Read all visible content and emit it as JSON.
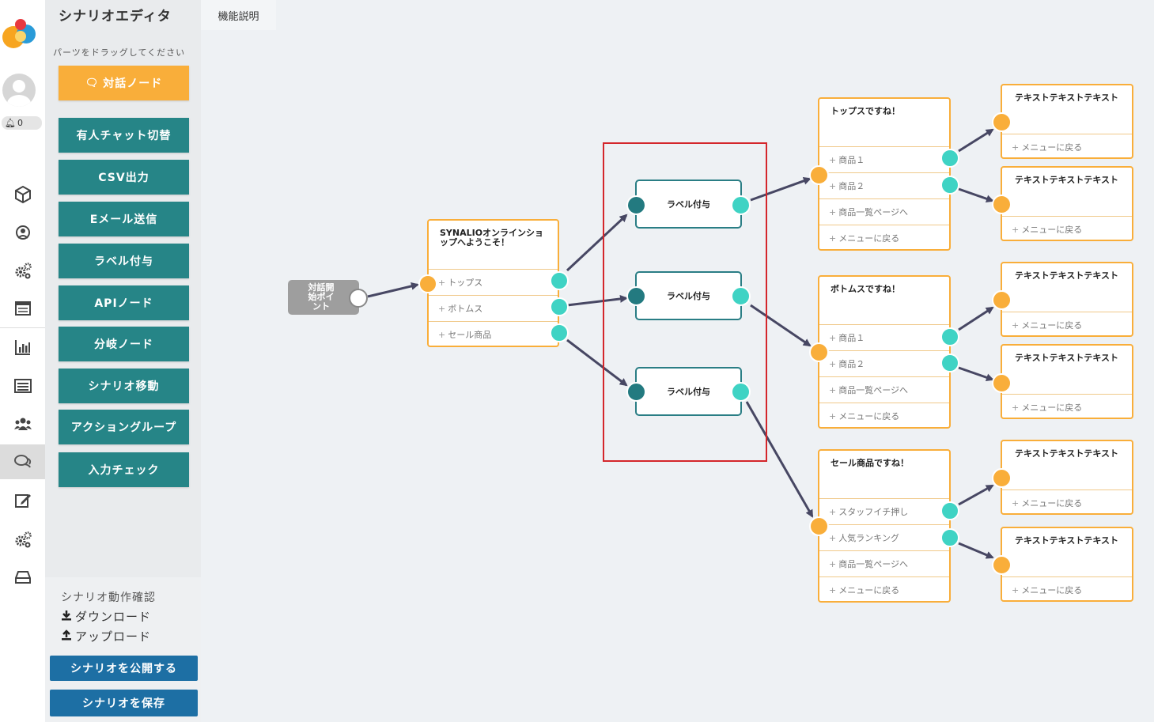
{
  "colors": {
    "teal": "#268587",
    "orange": "#f9ae3a",
    "blue": "#1d6fa4",
    "highlight": "#d4262b"
  },
  "rail": {
    "notification_count": "0",
    "icons": [
      "logo-icon",
      "avatar-icon",
      "bell-icon",
      "cube-icon",
      "headset-icon",
      "gears-icon",
      "browser-window-icon",
      "bar-chart-icon",
      "list-icon",
      "users-icon",
      "chat-icon",
      "edit-icon",
      "gears-icon",
      "drive-icon"
    ]
  },
  "panel": {
    "title": "シナリオエディタ",
    "hint": "パーツをドラッグしてください",
    "primary_button": "対話ノード",
    "buttons": [
      "有人チャット切替",
      "CSV出力",
      "Eメール送信",
      "ラベル付与",
      "APIノード",
      "分岐ノード",
      "シナリオ移動",
      "アクショングループ",
      "入力チェック"
    ],
    "footer": {
      "check": "シナリオ動作確認",
      "download": "ダウンロード",
      "upload": "アップロード",
      "publish": "シナリオを公開する",
      "save": "シナリオを保存"
    }
  },
  "canvas": {
    "tab": "機能説明",
    "start_node": "対話開始ポイント",
    "root_node": {
      "title": "SYNALIOオンラインショップへようこそ！",
      "rows": [
        "トップス",
        "ボトムス",
        "セール商品"
      ]
    },
    "label_nodes": [
      "ラベル付与",
      "ラベル付与",
      "ラベル付与"
    ],
    "branch_nodes": [
      {
        "title": "トップスですね！",
        "rows": [
          "商品１",
          "商品２",
          "商品一覧ページへ",
          "メニューに戻る"
        ]
      },
      {
        "title": "ボトムスですね！",
        "rows": [
          "商品１",
          "商品２",
          "商品一覧ページへ",
          "メニューに戻る"
        ]
      },
      {
        "title": "セール商品ですね！",
        "rows": [
          "スタッフイチ押し",
          "人気ランキング",
          "商品一覧ページへ",
          "メニューに戻る"
        ]
      }
    ],
    "leaf_nodes": [
      {
        "title": "テキストテキストテキスト",
        "row": "メニューに戻る"
      },
      {
        "title": "テキストテキストテキスト",
        "row": "メニューに戻る"
      },
      {
        "title": "テキストテキストテキスト",
        "row": "メニューに戻る"
      },
      {
        "title": "テキストテキストテキスト",
        "row": "メニューに戻る"
      },
      {
        "title": "テキストテキストテキスト",
        "row": "メニューに戻る"
      },
      {
        "title": "テキストテキストテキスト",
        "row": "メニューに戻る"
      }
    ]
  }
}
